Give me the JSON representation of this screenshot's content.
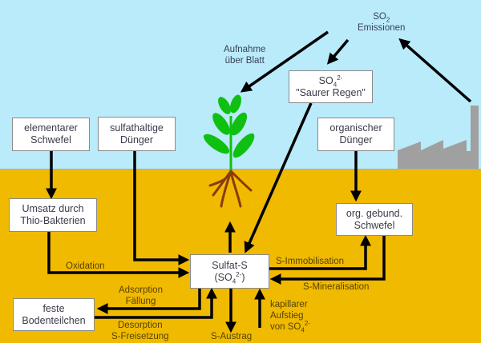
{
  "colors": {
    "sky": "#b9ebfb",
    "soil": "#efba00",
    "arrow": "#000000",
    "plant": "#10c010",
    "root": "#8b3a0e",
    "factory": "#a0a0a0"
  },
  "icons": [
    "plant-icon",
    "factory-icon"
  ],
  "nodes": {
    "so2_emissions": {
      "line1": "SO",
      "sub": "2",
      "line2": "Emissionen"
    },
    "uptake_leaf": {
      "line1": "Aufnahme",
      "line2": "über Blatt"
    },
    "acid_rain": {
      "line1": "SO",
      "sub": "4",
      "sup": "2-",
      "line2": "\"Saurer Regen\""
    },
    "elemental_sulfur": {
      "line1": "elementarer",
      "line2": "Schwefel"
    },
    "sulfate_fertilizer": {
      "line1": "sulfathaltige",
      "line2": "Dünger"
    },
    "organic_fertilizer": {
      "line1": "organischer",
      "line2": "Dünger"
    },
    "thio_bacteria": {
      "line1": "Umsatz durch",
      "line2": "Thio-Bakterien"
    },
    "org_bound_sulfur": {
      "line1": "org. gebund.",
      "line2": "Schwefel"
    },
    "sulfate_s": {
      "line1": "Sulfat-S",
      "line2_pre": "(SO",
      "sub": "4",
      "sup": "2-",
      "line2_post": ")"
    },
    "solid_particles": {
      "line1": "feste",
      "line2": "Bodenteilchen"
    }
  },
  "edge_labels": {
    "oxidation": "Oxidation",
    "adsorption": "Adsorption",
    "precipitation": "Fällung",
    "desorption": "Desorption",
    "s_release": "S-Freisetzung",
    "s_immobilisation": "S-Immobilisation",
    "s_mineralisation": "S-Mineralisation",
    "s_leaching": "S-Austrag",
    "capillary_1": "kapillarer",
    "capillary_2": "Aufstieg",
    "capillary_3_pre": "von SO",
    "capillary_sub": "4",
    "capillary_sup": "2-"
  }
}
